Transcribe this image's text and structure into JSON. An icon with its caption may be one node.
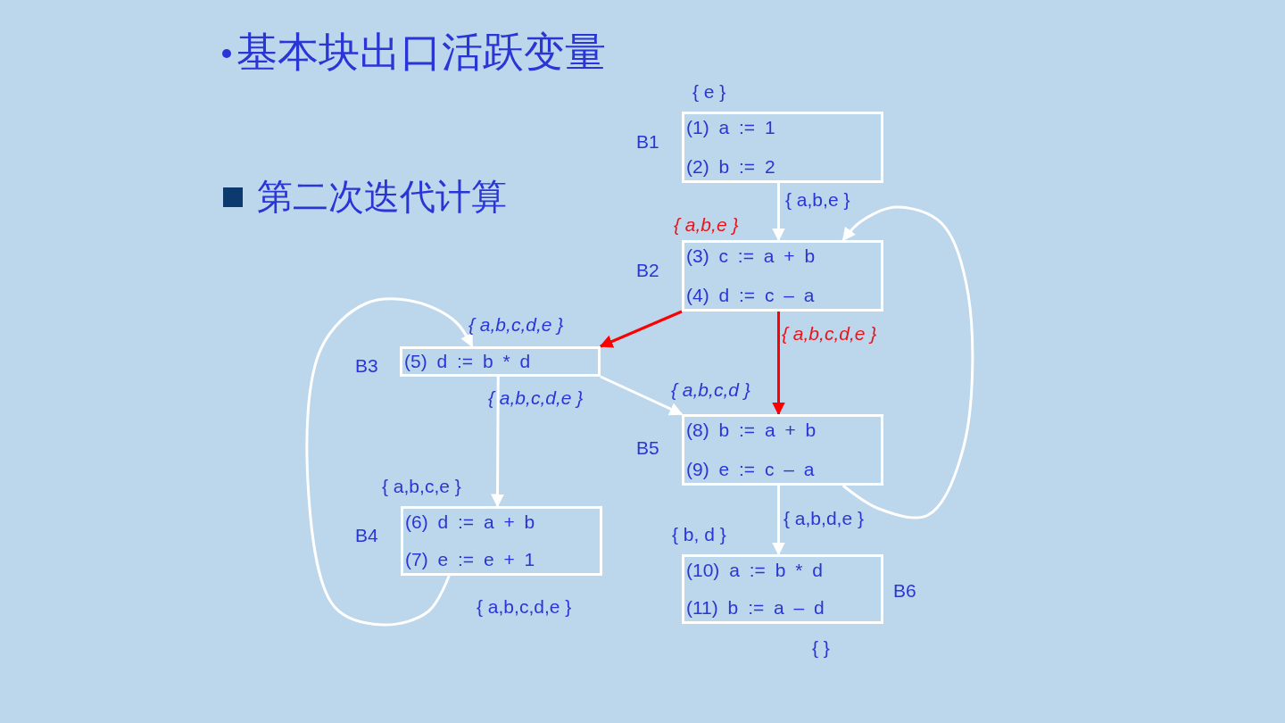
{
  "diagram": {
    "title": "基本块出口活跃变量",
    "nodes": [
      {
        "text": [
          "(1) a := 1",
          "(2) b := 2"
        ],
        "beside": [
          "B1"
        ]
      },
      {
        "text": [
          "(3) c := a + b",
          "(4) d := c – a"
        ],
        "beside": [
          "B2"
        ]
      },
      {
        "text": [
          "(5) d := b * d"
        ],
        "beside": [
          "B3"
        ]
      },
      {
        "text": [
          "(6) d := a + b",
          "(7) e := e + 1"
        ],
        "beside": [
          "B4"
        ]
      },
      {
        "text": [
          "(8) b := a + b",
          "(9) e := c – a"
        ],
        "beside": [
          "B5"
        ]
      },
      {
        "text": [
          "(10) a := b * d",
          "(11) b := a – d"
        ],
        "beside": [
          "B6"
        ]
      }
    ],
    "edges": [
      {
        "from": 0,
        "to": 1,
        "arrow": "to"
      },
      {
        "from": 1,
        "to": 2,
        "arrow": "to",
        "color": "#ff0000"
      },
      {
        "from": 1,
        "to": 4,
        "arrow": "to",
        "color": "#ff0000"
      },
      {
        "from": 2,
        "to": 3,
        "arrow": "to"
      },
      {
        "from": 2,
        "to": 4,
        "arrow": "to"
      },
      {
        "from": 3,
        "to": 2,
        "arrow": "to"
      },
      {
        "from": 4,
        "to": 5,
        "arrow": "to"
      },
      {
        "from": 4,
        "to": 1,
        "arrow": "to"
      }
    ],
    "labels": [
      "第二次迭代计算",
      "{ e }",
      "{ a,b,e }",
      "{ a,b,e }",
      "{ a,b,c,d,e }",
      "{ a,b,c,d,e }",
      "{ a,b,c,d,e }",
      "{ a,b,c,d }",
      "{ a,b,c,e }",
      "{ a,b,d,e }",
      "{ b, d }",
      "{ a,b,c,d,e }",
      "{ }"
    ]
  }
}
